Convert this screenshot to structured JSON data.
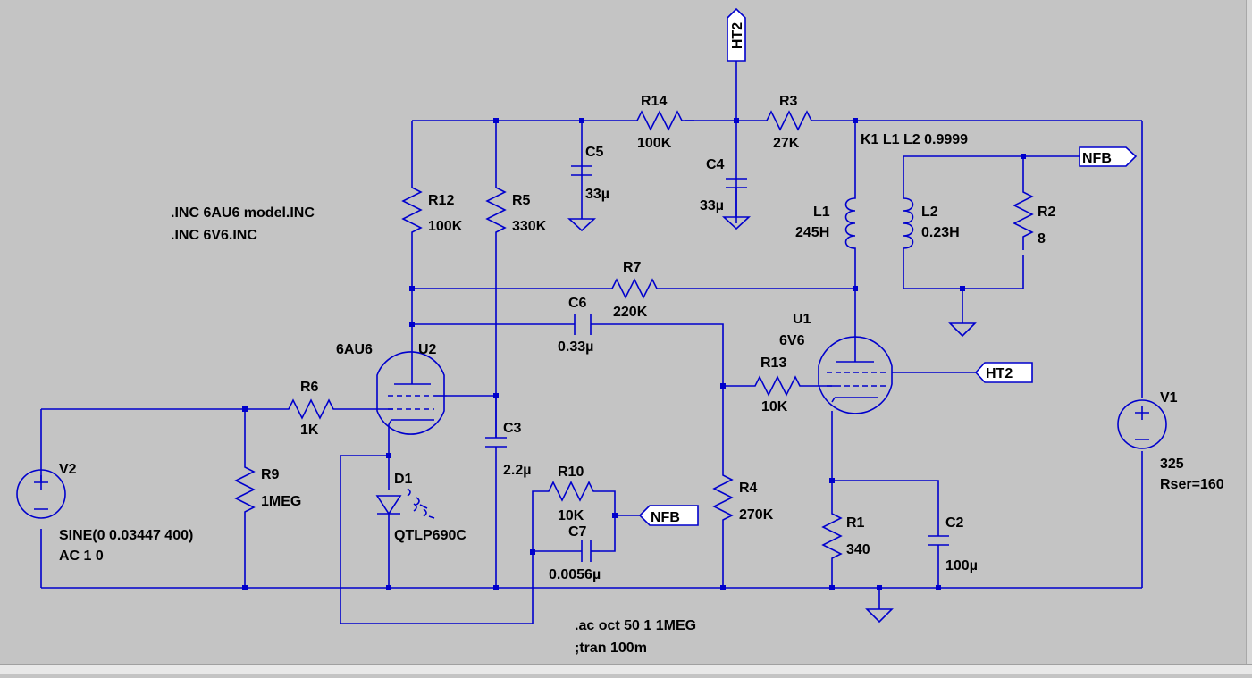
{
  "colors": {
    "background": "#c4c4c4",
    "wire": "#0000cc",
    "text": "#000000"
  },
  "directives": {
    "inc1": ".INC 6AU6 model.INC",
    "inc2": ".INC 6V6.INC",
    "ac": ".ac oct 50 1 1MEG",
    "tran": ";tran 100m",
    "coupling": "K1 L1 L2 0.9999"
  },
  "flags": {
    "ht2_top": "HT2",
    "ht2_right": "HT2",
    "nfb_top": "NFB",
    "nfb_mid": "NFB"
  },
  "components": {
    "R14": {
      "name": "R14",
      "value": "100K"
    },
    "R3": {
      "name": "R3",
      "value": "27K"
    },
    "C5": {
      "name": "C5",
      "value": "33µ"
    },
    "C4": {
      "name": "C4",
      "value": "33µ"
    },
    "R12": {
      "name": "R12",
      "value": "100K"
    },
    "R5": {
      "name": "R5",
      "value": "330K"
    },
    "L1": {
      "name": "L1",
      "value": "245H"
    },
    "L2": {
      "name": "L2",
      "value": "0.23H"
    },
    "R2": {
      "name": "R2",
      "value": "8"
    },
    "R7": {
      "name": "R7",
      "value": "220K"
    },
    "C6": {
      "name": "C6",
      "value": "0.33µ"
    },
    "U1": {
      "name": "U1",
      "value": "6V6"
    },
    "U2": {
      "name": "U2",
      "value": "6AU6"
    },
    "R13": {
      "name": "R13",
      "value": "10K"
    },
    "R6": {
      "name": "R6",
      "value": "1K"
    },
    "V1": {
      "name": "V1",
      "value": "325",
      "extra": "Rser=160"
    },
    "V2": {
      "name": "V2",
      "value": "SINE(0 0.03447 400)",
      "extra": "AC 1 0"
    },
    "R9": {
      "name": "R9",
      "value": "1MEG"
    },
    "D1": {
      "name": "D1",
      "value": "QTLP690C"
    },
    "C3": {
      "name": "C3",
      "value": "2.2µ"
    },
    "R10": {
      "name": "R10",
      "value": "10K"
    },
    "C7": {
      "name": "C7",
      "value": "0.0056µ"
    },
    "R4": {
      "name": "R4",
      "value": "270K"
    },
    "R1": {
      "name": "R1",
      "value": "340"
    },
    "C2": {
      "name": "C2",
      "value": "100µ"
    }
  }
}
